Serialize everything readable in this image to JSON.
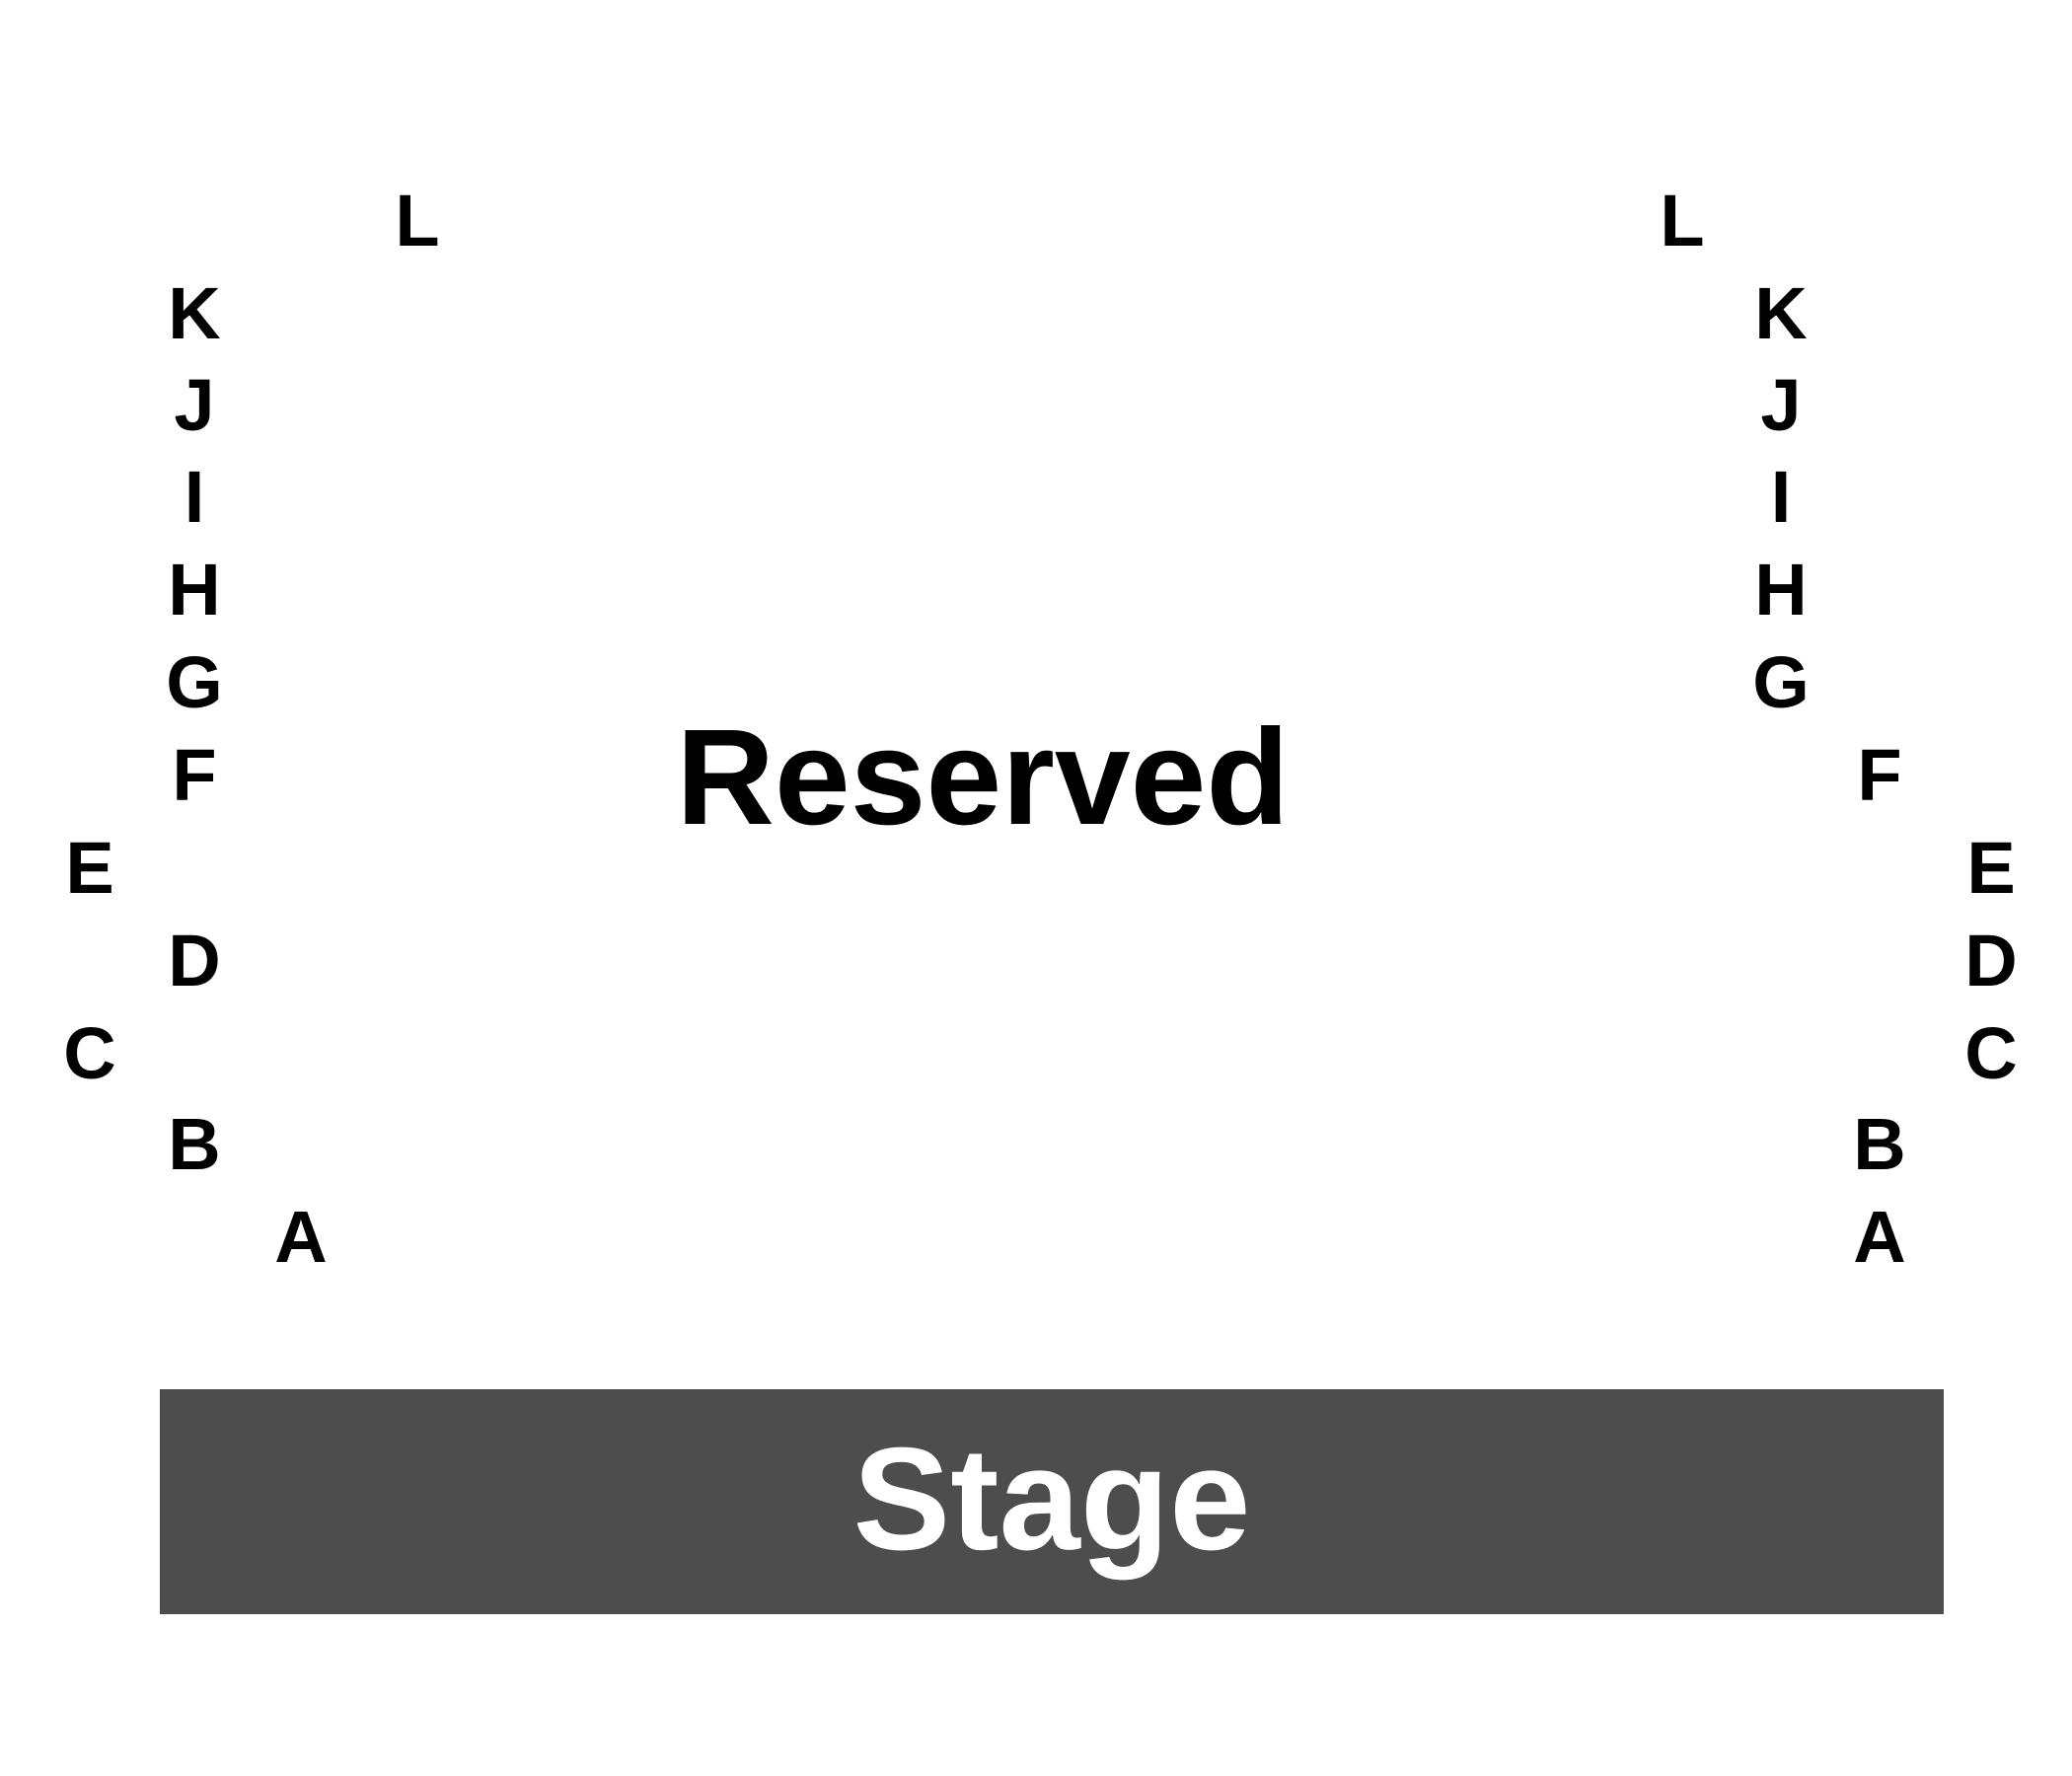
{
  "seating": {
    "left_rows": [
      "L",
      "K",
      "J",
      "I",
      "H",
      "G",
      "F",
      "E",
      "D",
      "C",
      "B",
      "A"
    ],
    "right_rows": [
      "L",
      "K",
      "J",
      "I",
      "H",
      "G",
      "F",
      "E",
      "D",
      "C",
      "B",
      "A"
    ]
  },
  "reserved": {
    "label": "Reserved"
  },
  "stage": {
    "label": "Stage"
  },
  "colors": {
    "text": "#000000",
    "stage_fill": "#4d4d4d",
    "stage_text": "#ffffff",
    "background": "#ffffff"
  }
}
